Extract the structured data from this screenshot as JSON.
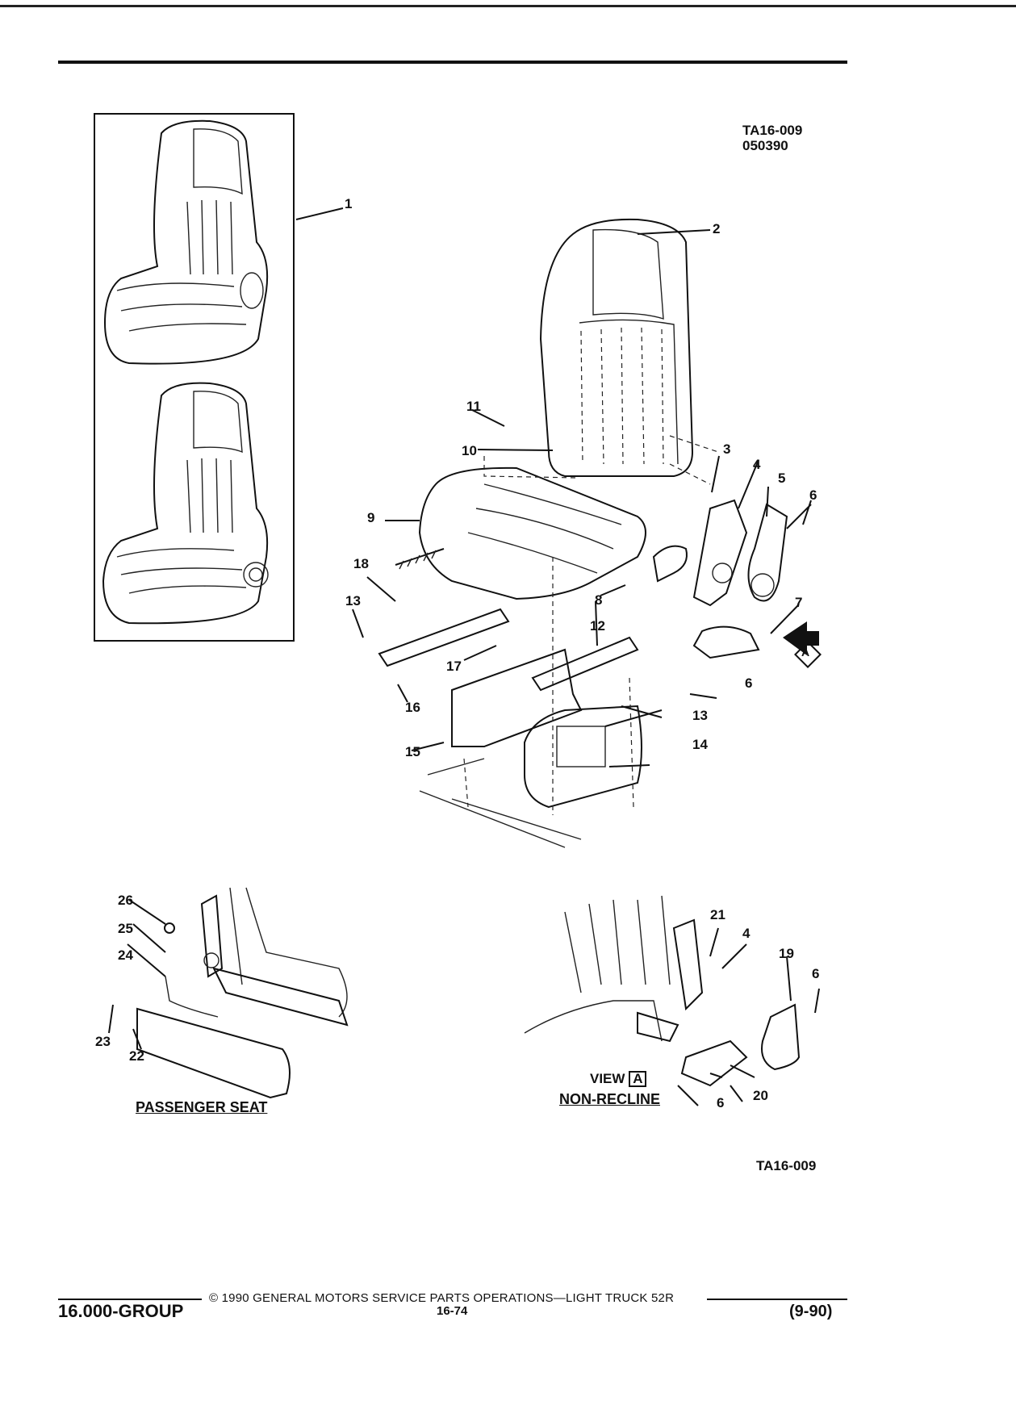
{
  "header": {
    "illustration_id": "TA16-009",
    "illustration_date": "050390"
  },
  "callouts": [
    {
      "id": "c1",
      "text": "1"
    },
    {
      "id": "c2",
      "text": "2"
    },
    {
      "id": "c3",
      "text": "3"
    },
    {
      "id": "c4a",
      "text": "4"
    },
    {
      "id": "c5",
      "text": "5"
    },
    {
      "id": "c6a",
      "text": "6"
    },
    {
      "id": "c7",
      "text": "7"
    },
    {
      "id": "c8",
      "text": "8"
    },
    {
      "id": "c9",
      "text": "9"
    },
    {
      "id": "c10",
      "text": "10"
    },
    {
      "id": "c11",
      "text": "11"
    },
    {
      "id": "c12",
      "text": "12"
    },
    {
      "id": "c13a",
      "text": "13"
    },
    {
      "id": "c13b",
      "text": "13"
    },
    {
      "id": "c14",
      "text": "14"
    },
    {
      "id": "c15",
      "text": "15"
    },
    {
      "id": "c16",
      "text": "16"
    },
    {
      "id": "c17",
      "text": "17"
    },
    {
      "id": "c18",
      "text": "18"
    },
    {
      "id": "c6b",
      "text": "6"
    },
    {
      "id": "c26",
      "text": "26"
    },
    {
      "id": "c25",
      "text": "25"
    },
    {
      "id": "c24",
      "text": "24"
    },
    {
      "id": "c23",
      "text": "23"
    },
    {
      "id": "c22",
      "text": "22"
    },
    {
      "id": "c21",
      "text": "21"
    },
    {
      "id": "c4b",
      "text": "4"
    },
    {
      "id": "c19",
      "text": "19"
    },
    {
      "id": "c6c",
      "text": "6"
    },
    {
      "id": "c6d",
      "text": "6"
    },
    {
      "id": "c20",
      "text": "20"
    }
  ],
  "view_marker": "A",
  "captions": {
    "passenger_seat": "PASSENGER SEAT",
    "view_label": "VIEW",
    "view_letter": "A",
    "non_recline": "NON-RECLINE"
  },
  "bottom_id": "TA16-009",
  "footer": {
    "copyright": "© 1990 GENERAL MOTORS SERVICE PARTS OPERATIONS—LIGHT TRUCK 52R",
    "group": "16.000-GROUP",
    "page": "16-74",
    "date": "(9-90)"
  }
}
